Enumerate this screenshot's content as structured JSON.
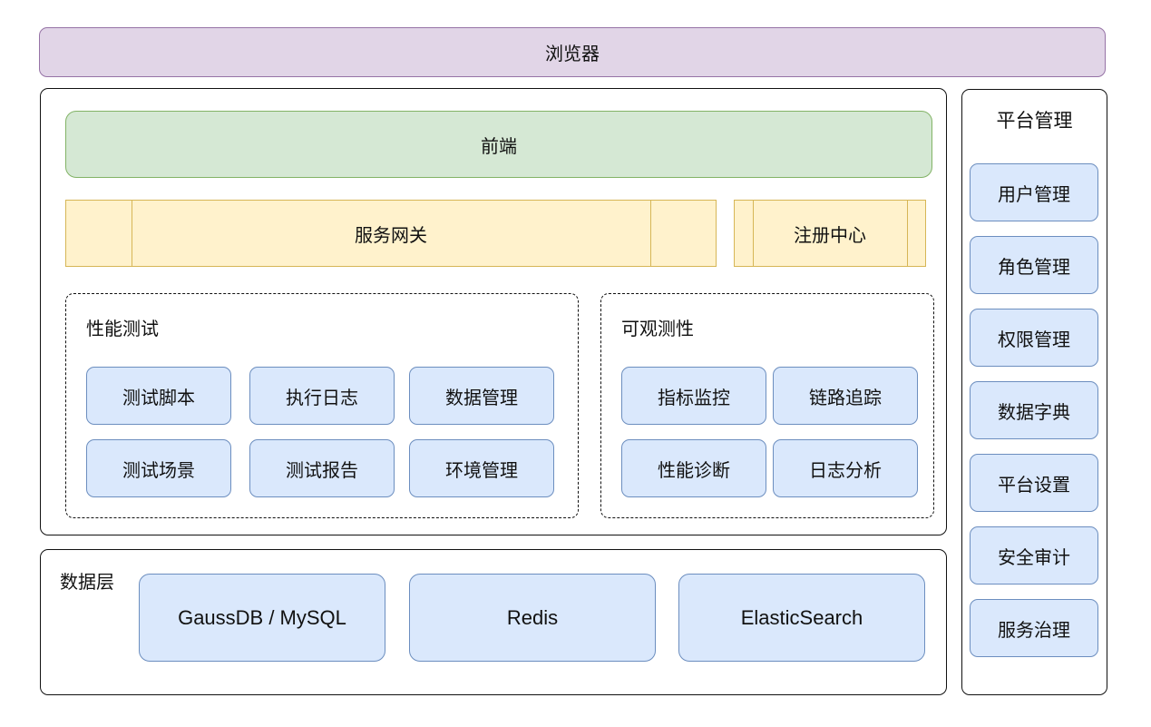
{
  "browser": {
    "label": "浏览器"
  },
  "frontend": {
    "label": "前端"
  },
  "gateway": {
    "label": "服务网关"
  },
  "registry": {
    "label": "注册中心"
  },
  "performance_testing": {
    "title": "性能测试",
    "items": [
      "测试脚本",
      "执行日志",
      "数据管理",
      "测试场景",
      "测试报告",
      "环境管理"
    ]
  },
  "observability": {
    "title": "可观测性",
    "items": [
      "指标监控",
      "链路追踪",
      "性能诊断",
      "日志分析"
    ]
  },
  "data_layer": {
    "title": "数据层",
    "stores": [
      "GaussDB / MySQL",
      "Redis",
      "ElasticSearch"
    ]
  },
  "platform_management": {
    "title": "平台管理",
    "items": [
      "用户管理",
      "角色管理",
      "权限管理",
      "数据字典",
      "平台设置",
      "安全审计",
      "服务治理"
    ]
  },
  "colors": {
    "browser_fill": "#e1d5e7",
    "browser_stroke": "#9673a6",
    "frontend_fill": "#d5e8d4",
    "frontend_stroke": "#82b366",
    "process_fill": "#fff2cc",
    "process_stroke": "#d6b656",
    "module_fill": "#dae8fc",
    "module_stroke": "#6c8ebf"
  }
}
